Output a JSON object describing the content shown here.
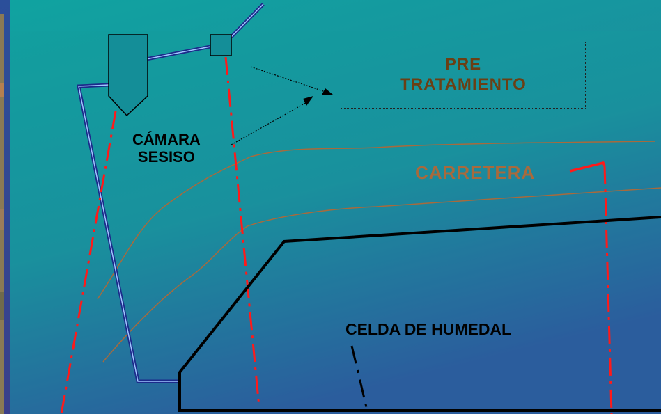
{
  "labels": {
    "pretreatment_line1": "PRE",
    "pretreatment_line2": "TRATAMIENTO",
    "chamber_line1": "CÁMARA",
    "chamber_line2": "SESISO",
    "road": "CARRETERA",
    "wetland_cell": "CELDA DE HUMEDAL"
  },
  "colors": {
    "background_top": "#10a0a0",
    "background_bottom": "#2e4f9e",
    "pipe": "#1c2a8a",
    "pipe_inner": "#9fc6ff",
    "property_line": "#ff1a1a",
    "road_line": "#a86a3c",
    "wetland_outline": "#000000",
    "pretreatment_text": "#6b3f14"
  }
}
